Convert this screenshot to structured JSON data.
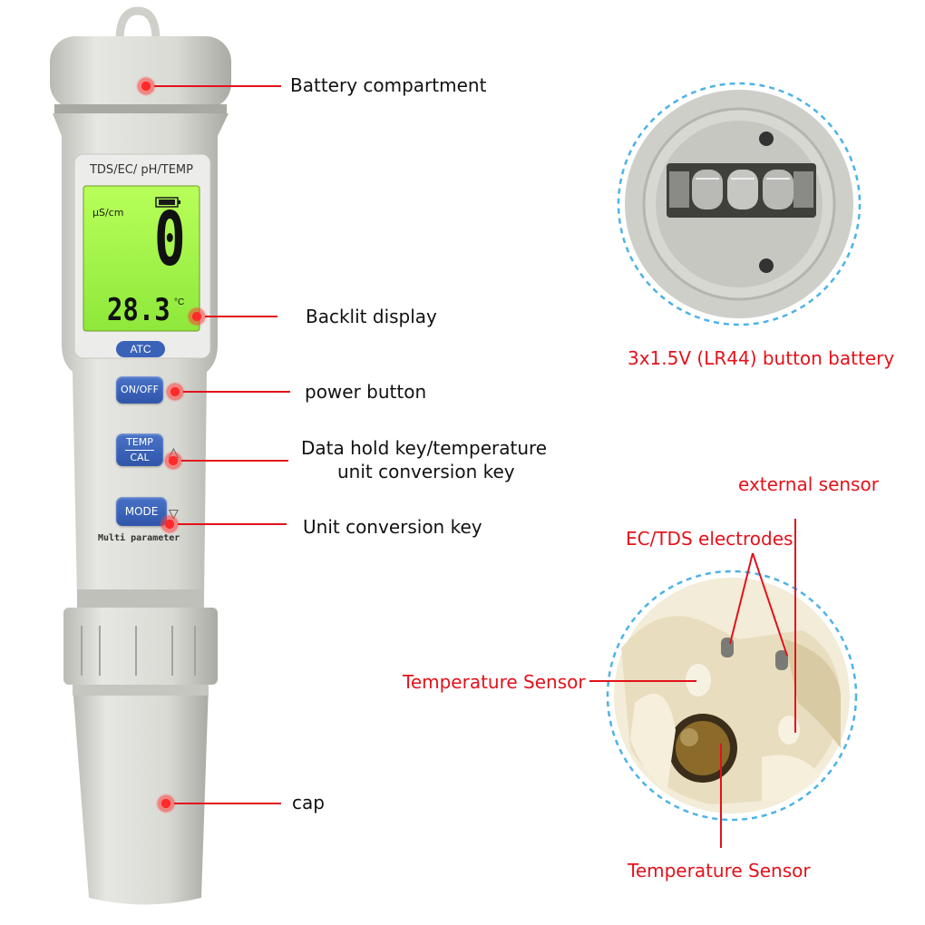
{
  "meter": {
    "model_label": "TDS/EC/ pH/TEMP",
    "unit": "µS/cm",
    "main_reading": "0",
    "temp_reading": "28.3",
    "temp_unit": "°C",
    "atc_label": "ATC",
    "on_off_label": "ON/OFF",
    "temp_label": "TEMP",
    "cal_label": "CAL",
    "mode_label": "MODE",
    "multi_label": "Multi parameter",
    "up_symbol": "△",
    "down_symbol": "▽"
  },
  "callouts": {
    "battery_compartment": "Battery compartment",
    "backlit_display": "Backlit display",
    "power_button": "power button",
    "data_hold_line1": "Data hold key/temperature",
    "data_hold_line2": "unit conversion key",
    "unit_conversion": "Unit conversion key",
    "cap": "cap"
  },
  "battery_inset": {
    "caption": "3x1.5V (LR44) button battery"
  },
  "sensor_inset": {
    "external_sensor": "external sensor",
    "ec_tds_electrodes": "EC/TDS electrodes",
    "temperature_sensor_left": "Temperature Sensor",
    "temperature_sensor_bottom": "Temperature Sensor"
  },
  "colors": {
    "accent_red": "#e3121b",
    "lcd_green": "#9bf03c",
    "button_blue": "#3a62b8",
    "body_gray": "#d7d8d2",
    "inset_border": "#4db3e6"
  }
}
